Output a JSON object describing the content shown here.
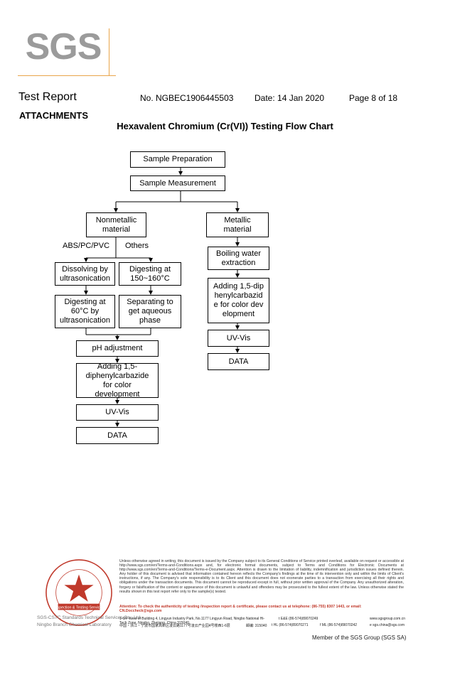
{
  "logo": {
    "text": "SGS",
    "color": "#9b9b9b",
    "accent": "#e9a54b"
  },
  "header": {
    "title": "Test Report",
    "report_no": "No. NGBEC1906445503",
    "date": "Date: 14 Jan 2020",
    "page": "Page 8 of 18"
  },
  "section": "ATTACHMENTS",
  "flow": {
    "title": "Hexavalent Chromium (Cr(VI)) Testing Flow Chart",
    "sample_preparation": "Sample Preparation",
    "sample_measurement": "Sample Measurement",
    "nonmetallic": "Nonmetallic material",
    "metallic": "Metallic material",
    "abs_label": "ABS/PC/PVC",
    "others_label": "Others",
    "dissolving": "Dissolving by ultrasonication",
    "digesting_150": "Digesting at 150~160°C",
    "digesting_60": "Digesting at 60°C by ultrasonication",
    "separating": "Separating to get aqueous phase",
    "ph": "pH adjustment",
    "adding_left": "Adding 1,5-diphenylcarbazide for color development",
    "uvvis_left": "UV-Vis",
    "data_left": "DATA",
    "boiling": "Boiling water extraction",
    "adding_right": "Adding 1,5-diphenylcarbazide for color development",
    "uvvis_right": "UV-Vis",
    "data_right": "DATA"
  },
  "footer": {
    "disclaimer": "Unless otherwise agreed in writing, this document is issued by the Company subject to its General Conditions of Service printed overleaf, available on request or accessible at http://www.sgs.com/en/Terms-and-Conditions.aspx and, for electronic format documents, subject to Terms and Conditions for Electronic Documents at http://www.sgs.com/en/Terms-and-Conditions/Terms-e-Document.aspx. Attention is drawn to the limitation of liability, indemnification and jurisdiction issues defined therein. Any holder of this document is advised that information contained hereon reflects the Company's findings at the time of its intervention only and within the limits of Client's instructions, if any. The Company's sole responsibility is to its Client and this document does not exonerate parties to a transaction from exercising all their rights and obligations under the transaction documents. This document cannot be reproduced except in full, without prior written approval of the Company. Any unauthorized alteration, forgery or falsification of the content or appearance of this document is unlawful and offenders may be prosecuted to the fullest extent of the law. Unless otherwise stated the results shown in this test report refer only to the sample(s) tested.",
    "attention": "Attention: To check the authenticity of testing /inspection report & certificate, please contact us at telephone: (86-755) 8307 1443, or email: CN.Doccheck@sgs.com",
    "address_en": "1-6/F West of Building 4, Lingyun Industry Park, No.1177 Lingyun Road, Ningbo National Hi-Tech Zone, Ningbo, Zhejiang, China  315040",
    "tel_en": "t E&E (86-574)89070249",
    "web": "www.sgsgroup.com.cn",
    "address_cn": "中国・浙江・宁波市国家高新区凌云路1177号凌云产业园4号楼西1-6层",
    "postcode_cn": "邮编: 315040",
    "tel_cn": "t HL (86-574)89070271",
    "fax_cn": "f ML (86-574)89070242",
    "email": "e sgs.china@sgs.com",
    "seal_label": "Inspection & Testing Services",
    "seal_color": "#c0392b",
    "branch_line1": "SGS-CSTC Standards Technical Services Co., Ltd.",
    "branch_line2": "Ningbo Branch Chemical Laboratory",
    "member": "Member of the SGS Group (SGS SA)"
  }
}
